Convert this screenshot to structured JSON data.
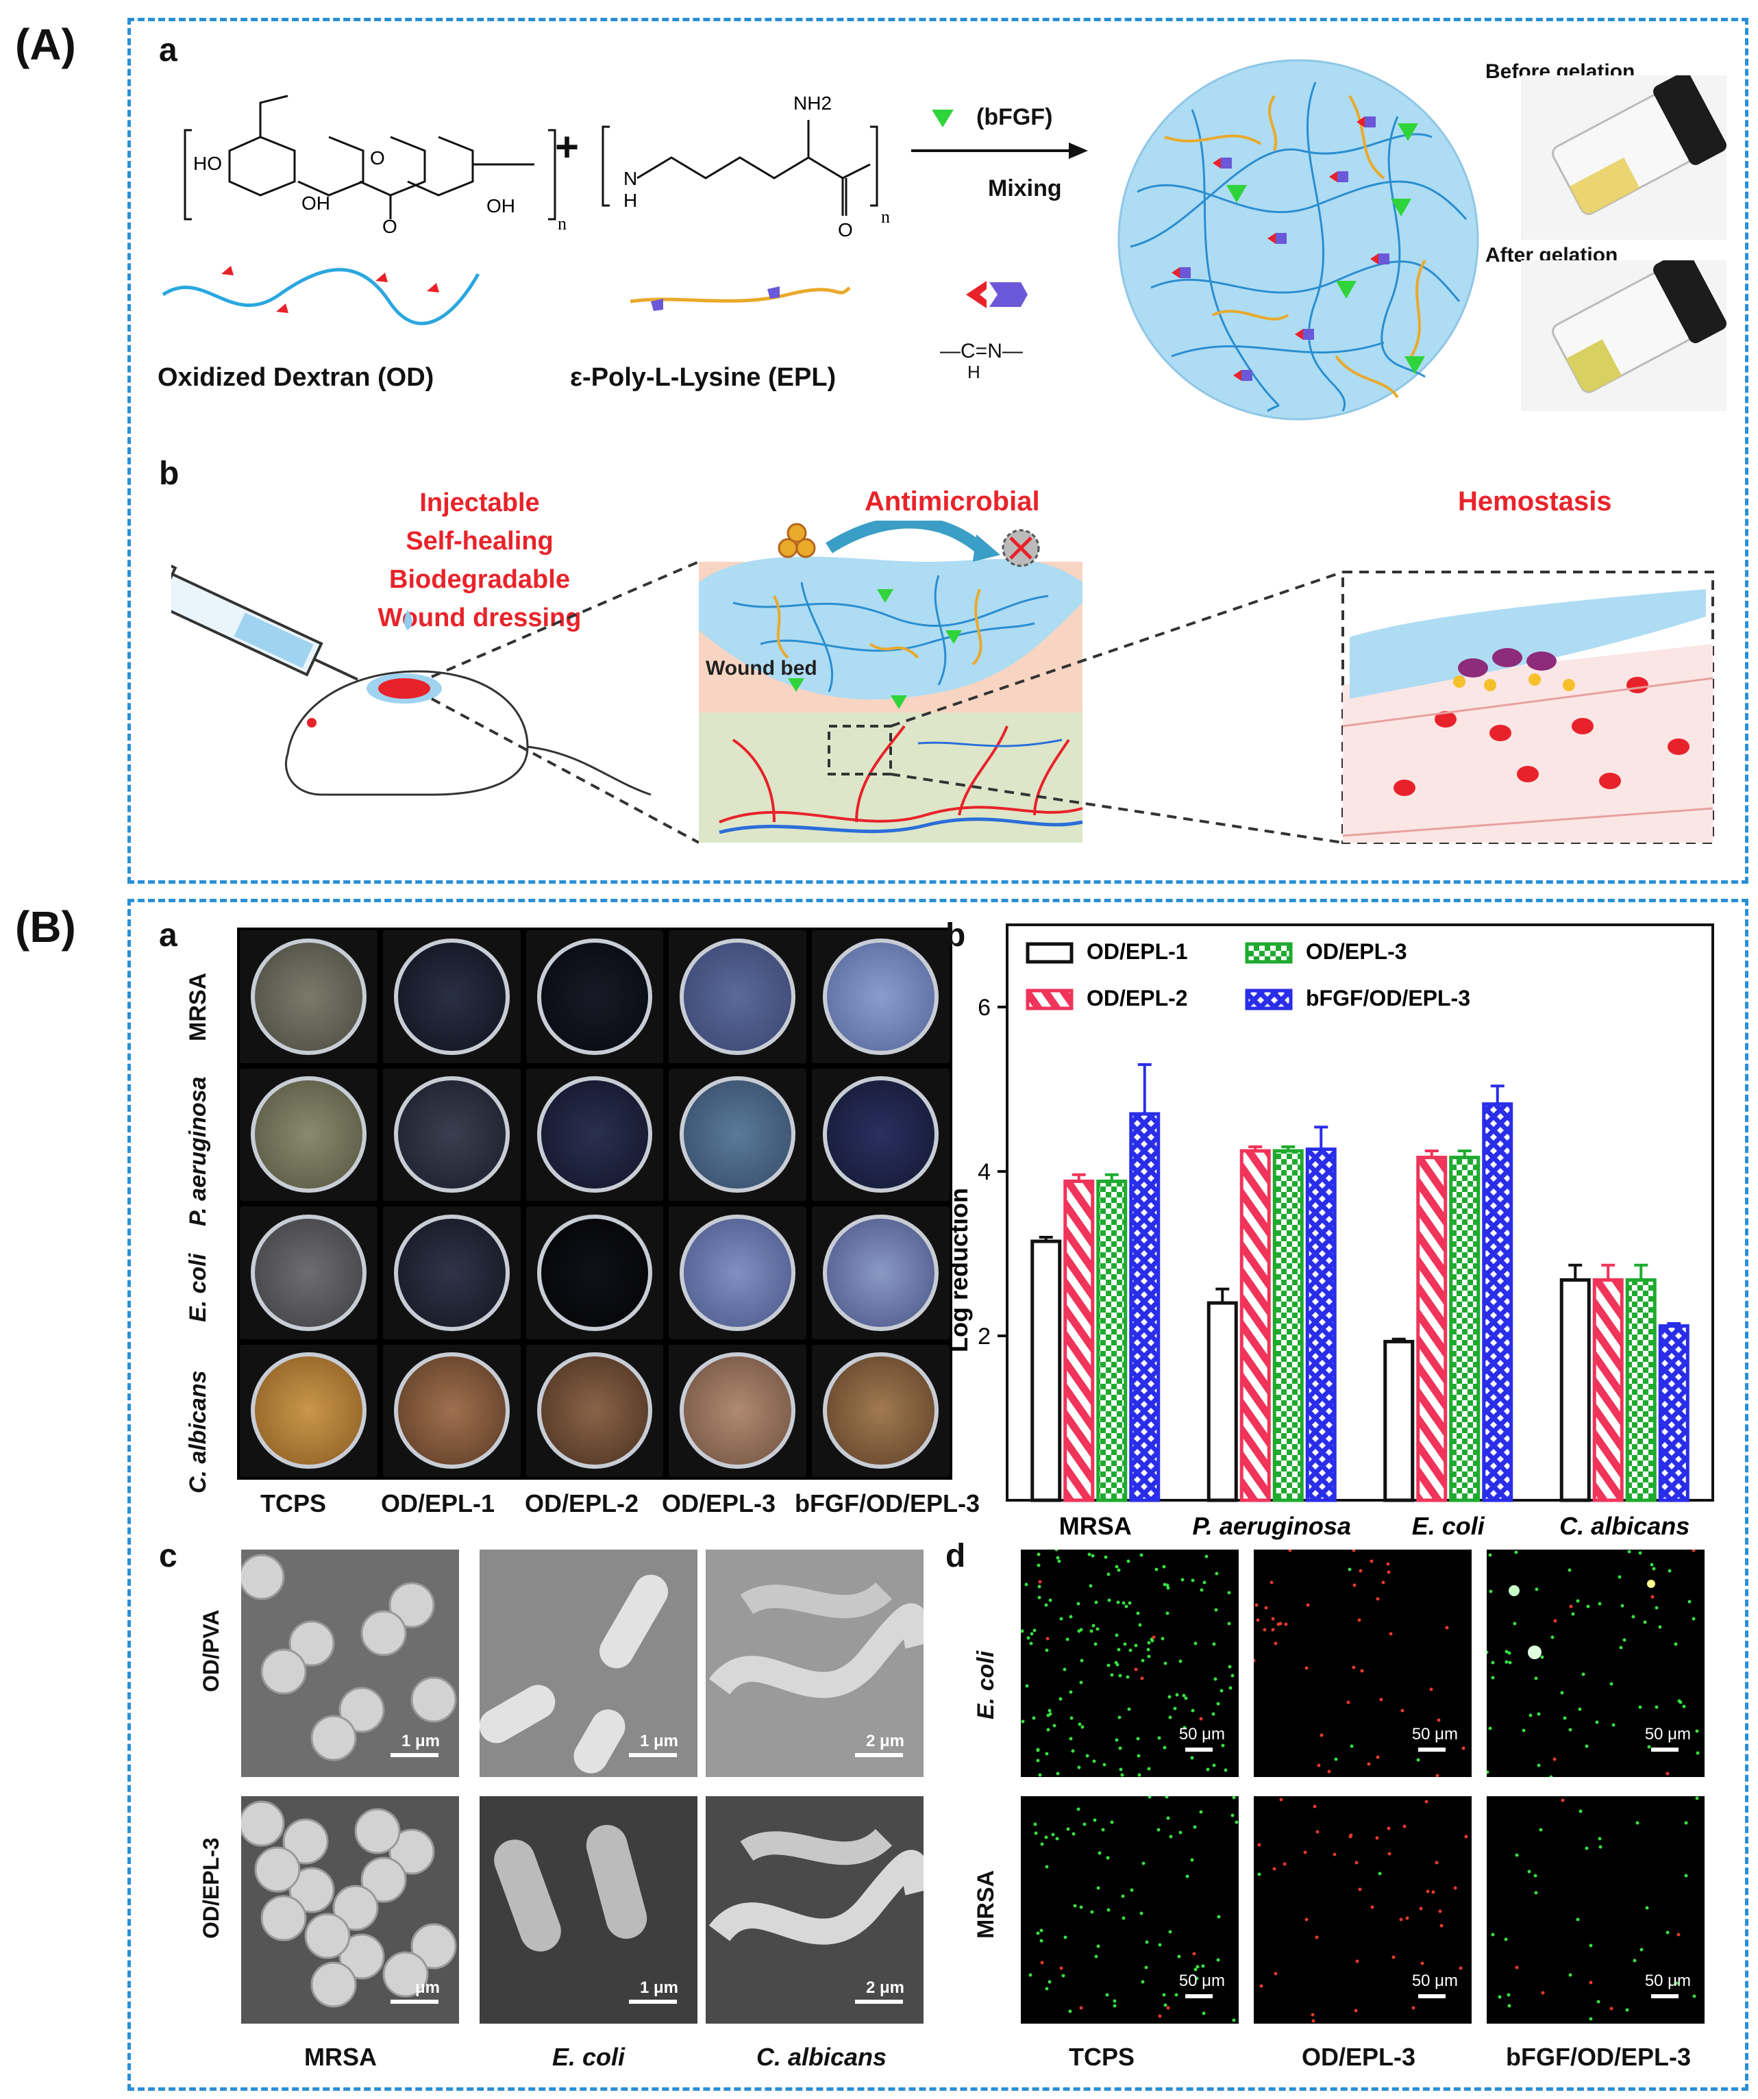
{
  "sectionA": {
    "tag": "(A)",
    "panel_a": {
      "letter": "a",
      "plus": "+",
      "dextran_chem": {
        "o": "O",
        "ho": "HO",
        "oh1": "OH",
        "oh2": "OH",
        "o2": "O",
        "o3": "O",
        "n": "n"
      },
      "epl_chem": {
        "nh2": "NH2",
        "nh": "N",
        "h": "H",
        "o": "O",
        "n": "n"
      },
      "arrow_top": "(bFGF)",
      "arrow_bottom": "Mixing",
      "od_label": "Oxidized Dextran (OD)",
      "epl_label": "ε-Poly-L-Lysine (EPL)",
      "imine": {
        "c": "C",
        "eq": "=",
        "n": "N",
        "h": "H"
      },
      "before": "Before gelation",
      "after": "After gelation"
    },
    "panel_b": {
      "letter": "b",
      "properties": [
        "Injectable",
        "Self-healing",
        "Biodegradable",
        "Wound dressing"
      ],
      "antimicrobial": "Antimicrobial",
      "hemostasis": "Hemostasis",
      "wound_bed": "Wound bed"
    }
  },
  "sectionB": {
    "tag": "(B)",
    "panel_a": {
      "letter": "a",
      "rows": [
        "MRSA",
        "P. aeruginosa",
        "E. coli",
        "C. albicans"
      ],
      "cols": [
        "TCPS",
        "OD/EPL-1",
        "OD/EPL-2",
        "OD/EPL-3",
        "bFGF/OD/EPL-3"
      ]
    },
    "panel_b": {
      "letter": "b"
    },
    "panel_c": {
      "letter": "c",
      "rows": [
        "OD/PVA",
        "OD/EPL-3"
      ],
      "cols": [
        "MRSA",
        "E. coli",
        "C. albicans"
      ],
      "scales": [
        [
          "1 μm",
          "1 μm",
          "2 μm"
        ],
        [
          "μm",
          "1 μm",
          "2 μm"
        ]
      ]
    },
    "panel_d": {
      "letter": "d",
      "rows": [
        "E. coli",
        "MRSA"
      ],
      "cols": [
        "TCPS",
        "OD/EPL-3",
        "bFGF/OD/EPL-3"
      ],
      "scale": "50 μm"
    }
  },
  "chart_data": {
    "type": "bar",
    "ylabel": "Log reduction",
    "xlabel": "",
    "ylim": [
      0,
      7
    ],
    "yticks": [
      2,
      4,
      6
    ],
    "categories": [
      "MRSA",
      "P. aeruginosa",
      "E. coli",
      "C. albicans"
    ],
    "series": [
      {
        "name": "OD/EPL-1",
        "color": "#111111",
        "pattern": "none",
        "values": [
          3.15,
          2.4,
          1.93,
          2.68
        ],
        "errors": [
          0.05,
          0.17,
          0.03,
          0.18
        ]
      },
      {
        "name": "OD/EPL-2",
        "color": "#f0345a",
        "pattern": "stripes",
        "values": [
          3.88,
          4.25,
          4.17,
          2.68
        ],
        "errors": [
          0.08,
          0.05,
          0.08,
          0.18
        ]
      },
      {
        "name": "OD/EPL-3",
        "color": "#1faa2f",
        "pattern": "checks",
        "values": [
          3.88,
          4.25,
          4.17,
          2.68
        ],
        "errors": [
          0.08,
          0.05,
          0.08,
          0.18
        ]
      },
      {
        "name": "bFGF/OD/EPL-3",
        "color": "#2a2ee8",
        "pattern": "crosshatch",
        "values": [
          4.7,
          4.27,
          4.82,
          2.12
        ],
        "errors": [
          0.6,
          0.27,
          0.22,
          0.03
        ]
      }
    ],
    "legend_position": "top"
  }
}
